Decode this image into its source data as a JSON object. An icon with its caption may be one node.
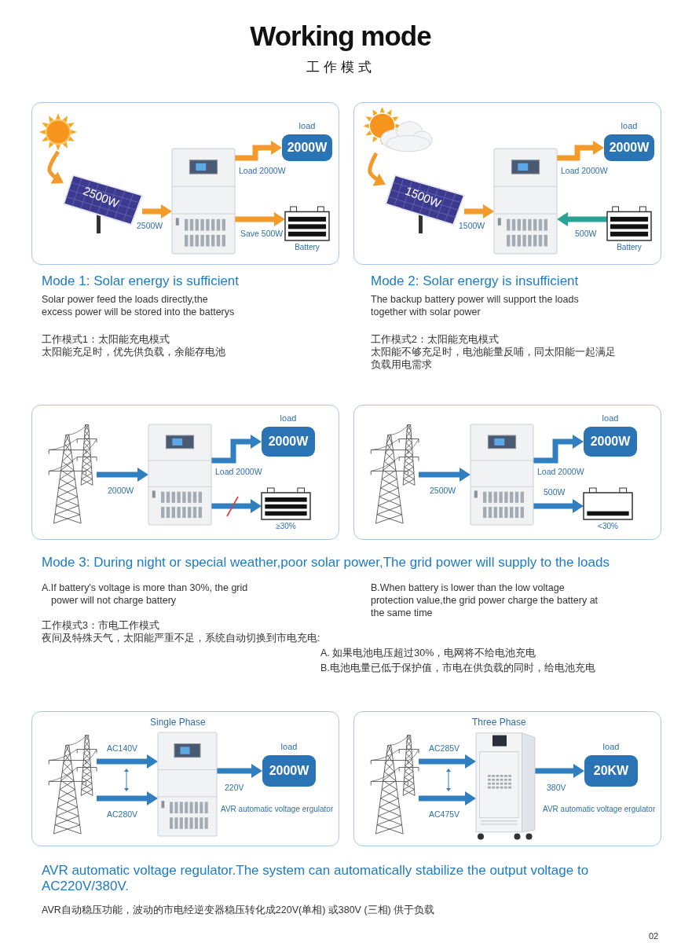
{
  "diagram": {
    "title": "Working mode",
    "nodes": [
      {
        "text": [],
        "shape": "box"
      },
      {
        "text": [],
        "shape": "picture",
        "in": 0
      },
      {
        "text": [
          "2500W"
        ],
        "in": 0
      },
      {
        "text": [],
        "shape": "picture",
        "in": 0
      },
      {
        "text": [
          "2000W"
        ],
        "beside": [
          "load"
        ],
        "in": 0
      },
      {
        "text": [],
        "shape": "picture",
        "beside": [
          "Battery"
        ],
        "in": 0
      },
      {
        "text": [],
        "shape": "box"
      },
      {
        "text": [],
        "shape": "picture",
        "in": 6
      },
      {
        "text": [
          "1500W"
        ],
        "in": 6
      },
      {
        "text": [],
        "shape": "picture",
        "in": 6
      },
      {
        "text": [
          "2000W"
        ],
        "beside": [
          "load"
        ],
        "in": 6
      },
      {
        "text": [],
        "shape": "picture",
        "beside": [
          "Battery"
        ],
        "in": 6
      },
      {
        "text": [],
        "shape": "box"
      },
      {
        "text": [],
        "shape": "picture",
        "in": 12
      },
      {
        "text": [],
        "shape": "picture",
        "in": 12
      },
      {
        "text": [
          "2000W"
        ],
        "beside": [
          "load"
        ],
        "in": 12
      },
      {
        "text": [],
        "shape": "picture",
        "beside": [
          "≥30%"
        ],
        "in": 12
      },
      {
        "text": [],
        "shape": "box"
      },
      {
        "text": [],
        "shape": "picture",
        "in": 17
      },
      {
        "text": [],
        "shape": "picture",
        "in": 17
      },
      {
        "text": [
          "2000W"
        ],
        "beside": [
          "load"
        ],
        "in": 17
      },
      {
        "text": [],
        "shape": "picture",
        "beside": [
          "<30%"
        ],
        "in": 17
      },
      {
        "text": [
          "Single Phase"
        ]
      },
      {
        "text": [],
        "shape": "picture",
        "in": 22
      },
      {
        "text": [],
        "shape": "picture",
        "in": 22
      },
      {
        "text": [
          "2000W"
        ],
        "beside": [
          "load"
        ],
        "in": 22
      },
      {
        "text": [
          "Three Phase"
        ]
      },
      {
        "text": [],
        "shape": "picture",
        "in": 26
      },
      {
        "text": [],
        "shape": "picture",
        "in": 26
      },
      {
        "text": [
          "20KW"
        ],
        "beside": [
          "load"
        ],
        "in": 26
      }
    ],
    "edges": [
      {
        "from": 1,
        "to": 2,
        "arrow": "to",
        "color": "#f39a2b"
      },
      {
        "from": 2,
        "to": 3,
        "arrow": "to",
        "label": "2500W",
        "color": "#f39a2b"
      },
      {
        "from": 3,
        "to": 4,
        "arrow": "to",
        "label": "Load 2000W",
        "color": "#f39a2b"
      },
      {
        "from": 3,
        "to": 5,
        "arrow": "to",
        "label": "Save 500W",
        "color": "#f39a2b"
      },
      {
        "from": 7,
        "to": 8,
        "arrow": "to",
        "color": "#f39a2b"
      },
      {
        "from": 8,
        "to": 9,
        "arrow": "to",
        "label": "1500W",
        "color": "#f39a2b"
      },
      {
        "from": 9,
        "to": 10,
        "arrow": "to",
        "label": "Load 2000W",
        "color": "#f39a2b"
      },
      {
        "from": 11,
        "to": 9,
        "arrow": "to",
        "label": "500W",
        "color": "#2ba394"
      },
      {
        "from": 13,
        "to": 14,
        "arrow": "to",
        "label": "2000W"
      },
      {
        "from": 14,
        "to": 15,
        "arrow": "to",
        "label": "Load 2000W"
      },
      {
        "from": 14,
        "to": 16,
        "arrow": "to"
      },
      {
        "from": 18,
        "to": 19,
        "arrow": "to",
        "label": "2500W"
      },
      {
        "from": 19,
        "to": 20,
        "arrow": "to",
        "label": "Load 2000W"
      },
      {
        "from": 19,
        "to": 21,
        "arrow": "to",
        "label": "500W"
      },
      {
        "from": 23,
        "to": 24,
        "arrow": "to",
        "label": "AC140V"
      },
      {
        "from": 23,
        "to": 24,
        "arrow": "to",
        "label": "AC280V"
      },
      {
        "from": 24,
        "to": 25,
        "arrow": "to",
        "label": "220V"
      },
      {
        "from": 27,
        "to": 28,
        "arrow": "to",
        "label": "AC285V"
      },
      {
        "from": 27,
        "to": 28,
        "arrow": "to",
        "label": "AC475V"
      },
      {
        "from": 28,
        "to": 29,
        "arrow": "to",
        "label": "380V"
      }
    ],
    "labels": [
      "工作模式",
      "Mode 1: Solar energy is sufficient",
      "Solar power feed the loads directly,the excess power will be stored into the batterys",
      "工作模式1：太阳能充电模式",
      "太阳能充足时，优先供负载，余能存电池",
      "Mode 2: Solar energy is insufficient",
      "The backup battery power will support the loads together with solar power",
      "工作模式2：太阳能充电模式",
      "太阳能不够充足时，电池能量反哺，同太阳能一起满足负载用电需求",
      "Mode 3: During night or special weather,poor solar power,The grid power will supply to the loads",
      "A.If battery's voltage is more than 30%, the grid power will not charge battery",
      "B.When battery is lower than the low voltage protection value,the grid power charge the battery at the same time",
      "工作模式3：市电工作模式",
      "夜间及特殊天气，太阳能严重不足，系统自动切换到市电充电:",
      "A. 如果电池电压超过30%，电网将不给电池充电",
      "B.电池电量已低于保护值，市电在供负载的同时，给电池充电",
      "AVR automatic voltage ergulator",
      "AVR automatic voltage ergulator",
      "AVR automatic voltage regulator.The system can automatically stabilize the output voltage to AC220V/380V.",
      "AVR自动稳压功能，波动的市电经逆变器稳压转化成220V(单相) 或380V (三相) 供于负载",
      "02"
    ]
  }
}
